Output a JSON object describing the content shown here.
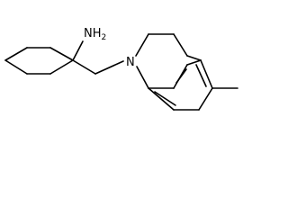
{
  "molecule": {
    "atoms": {
      "amine": {
        "symbol": "NH",
        "subscript": "2"
      },
      "ring_nitrogen": {
        "symbol": "N"
      }
    }
  }
}
